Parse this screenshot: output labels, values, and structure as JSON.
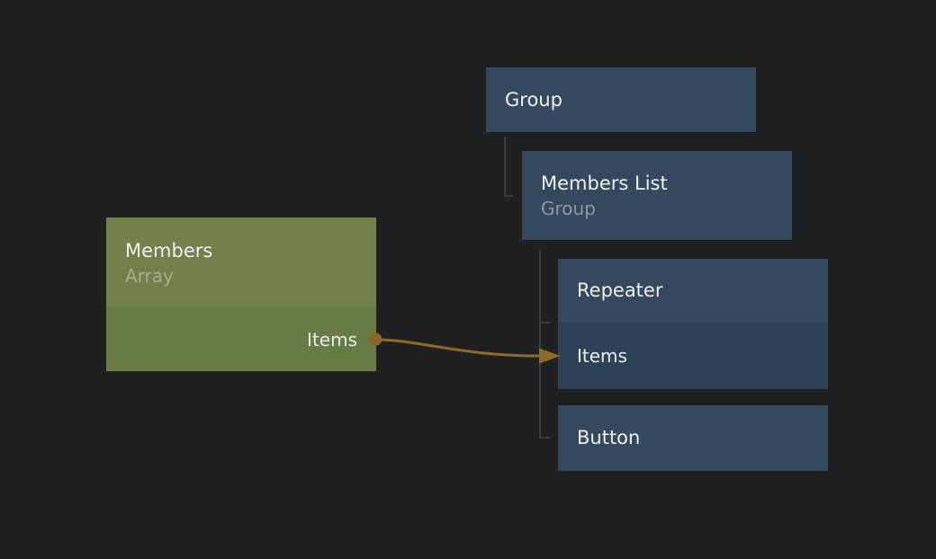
{
  "colors": {
    "canvas_bg": "#1f2021",
    "node_blue_header": "#35495e",
    "node_blue_section": "#2e4257",
    "node_green_header": "#72814a",
    "node_green_section": "#6a7a44",
    "node_title": "#eef0f2",
    "node_subtitle_blue": "#8e98a4",
    "node_subtitle_green": "#a6ad92",
    "port_label": "#eceef0",
    "tree_line": "#464646",
    "wire": "#8f6b29",
    "wire_dot": "#8a6526"
  },
  "graph": {
    "nodes": [
      {
        "id": "group",
        "title": "Group"
      },
      {
        "id": "members-list",
        "title": "Members List",
        "subtitle": "Group"
      },
      {
        "id": "repeater",
        "title": "Repeater",
        "port_label": "Items",
        "port_side": "input"
      },
      {
        "id": "button",
        "title": "Button"
      },
      {
        "id": "members",
        "title": "Members",
        "subtitle": "Array",
        "port_label": "Items",
        "port_side": "output"
      }
    ],
    "connection": {
      "from_node": "Members",
      "from_port": "Items",
      "to_node": "Repeater",
      "to_port": "Items"
    }
  }
}
